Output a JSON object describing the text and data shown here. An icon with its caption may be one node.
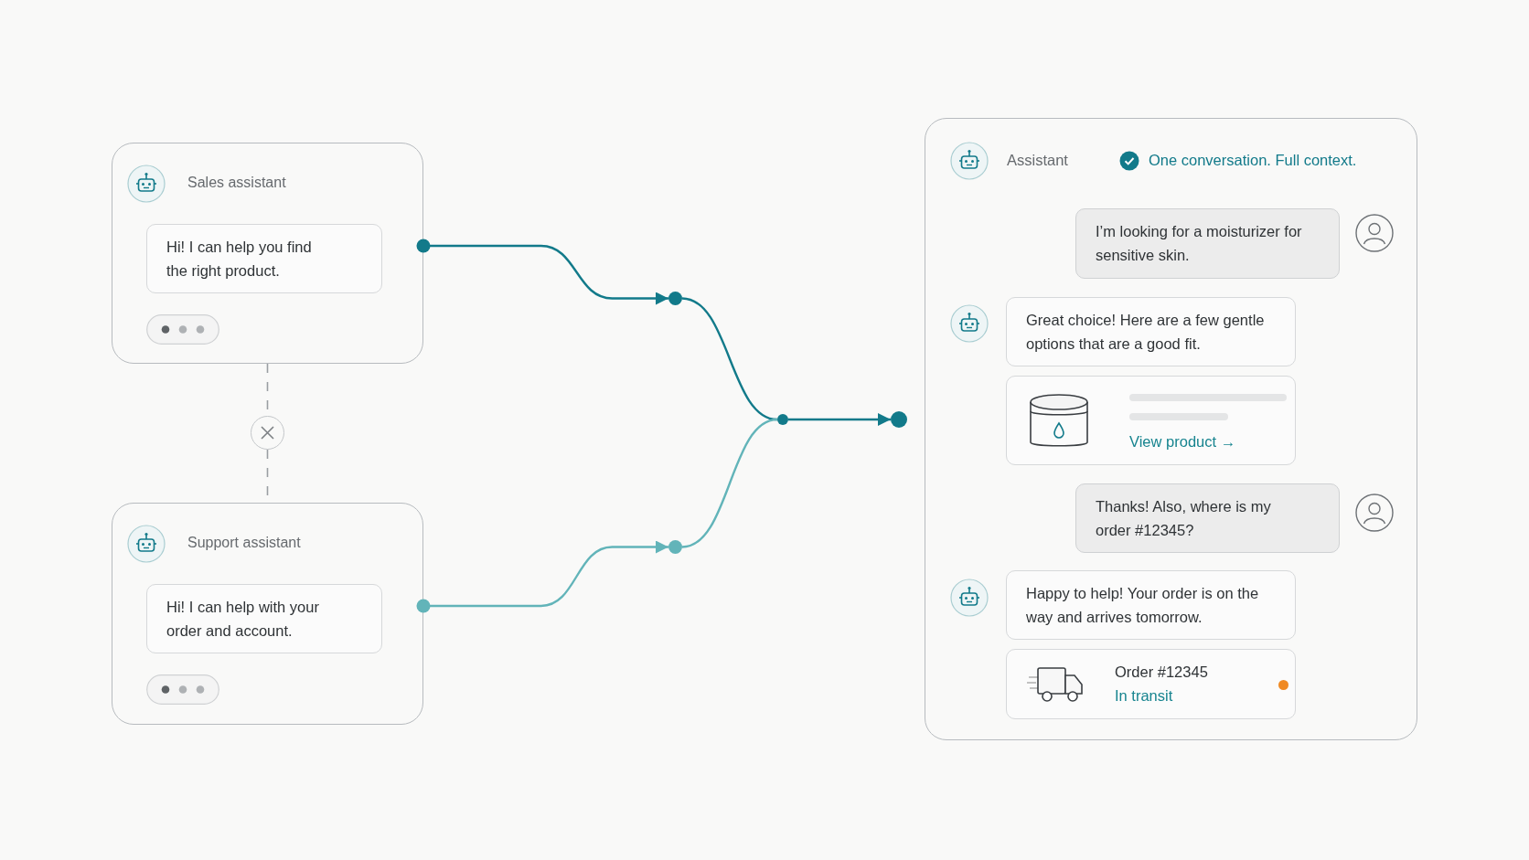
{
  "diagram": {
    "nodes": [
      {
        "text": [
          "Sales assistant"
        ]
      },
      {
        "text": [
          "Hi! I can help you find the right product."
        ],
        "in": 0
      },
      {
        "text": [
          "Support assistant"
        ]
      },
      {
        "text": [
          "Hi! I can help with your order and account."
        ],
        "in": 2
      },
      {
        "text": [],
        "shape": "circle"
      },
      {
        "text": [],
        "shape": "circle"
      },
      {
        "text": [],
        "shape": "circle"
      },
      {
        "text": [],
        "shape": "circle"
      },
      {
        "text": [],
        "shape": "circle"
      },
      {
        "text": [
          "Assistant",
          "One conversation. Full context."
        ]
      },
      {
        "text": [
          "I’m looking for a moisturizer for sensitive skin."
        ],
        "in": 9
      },
      {
        "text": [
          "Great choice! Here are a few gentle options that are a good fit."
        ],
        "in": 9
      },
      {
        "text": [
          "View product →"
        ],
        "in": 9
      },
      {
        "text": [
          "Thanks! Also, where is my order #12345?"
        ],
        "in": 9
      },
      {
        "text": [
          "Happy to help! Your order is on the way and arrives tomorrow."
        ],
        "in": 9
      },
      {
        "text": [
          "Order #12345",
          "In transit"
        ],
        "in": 9
      }
    ],
    "edges": [
      {
        "from": 0,
        "to": 4,
        "arrow": "none",
        "style": "dashed",
        "color": "#9a9ea3"
      },
      {
        "from": 4,
        "to": 2,
        "arrow": "none",
        "style": "dashed",
        "color": "#9a9ea3"
      },
      {
        "from": 0,
        "to": 5,
        "arrow": "to"
      },
      {
        "from": 2,
        "to": 6,
        "arrow": "to",
        "color": "#62b4b9"
      },
      {
        "from": 5,
        "to": 7,
        "arrow": "none"
      },
      {
        "from": 6,
        "to": 7,
        "arrow": "none",
        "color": "#62b4b9"
      },
      {
        "from": 7,
        "to": 8,
        "arrow": "to"
      }
    ]
  }
}
